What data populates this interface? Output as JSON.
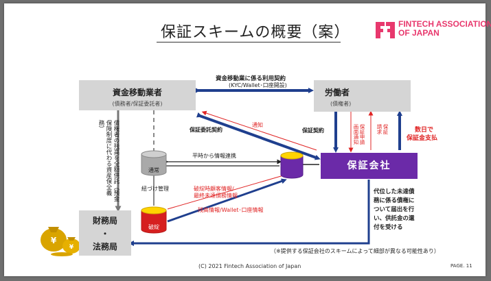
{
  "title": "保証スキームの概要（案）",
  "logo": {
    "line1": "FINTECH ASSOCIATION",
    "line2": "OF JAPAN",
    "color": "#e8386d"
  },
  "nodes": {
    "fund_mover": {
      "main": "資金移動業者",
      "sub": "(債務者/保証委託者)"
    },
    "worker": {
      "main": "労働者",
      "sub": "(債権者)"
    },
    "guarantor": {
      "main": "保証会社"
    },
    "authority": {
      "line1": "財務局",
      "line2": "・",
      "line3": "法務局"
    },
    "db_normal": "通常",
    "db_broken": "破綻",
    "link_manage": "紐づけ管理"
  },
  "labels": {
    "usage_contract": "資金移動業に係る利用契約",
    "usage_contract_sub": "(KYC/Wallet･口座開設)",
    "notice": "通知",
    "entrust_contract": "保証委託契約",
    "guarantee_contract": "保証契約",
    "periodic_link": "平時から情報連携",
    "bankruptcy_info_1": "破綻時顧客情報/",
    "bankruptcy_info_2": "最終未達債務情報",
    "balance_info": "残高情報/Wallet･口座情報",
    "apply_notice_1": "保証申請",
    "apply_notice_2": "画面通知",
    "guarantee_request_1": "保証",
    "guarantee_request_2": "請求",
    "payment_1": "数日で",
    "payment_2": "保証金支払",
    "left_note": "債権者の残高を全額供託（預金保険制度に代わる資産保全義務）",
    "subrogation_1": "代位した未達債",
    "subrogation_2": "務に係る債権に",
    "subrogation_3": "ついて届出を行",
    "subrogation_4": "い、供託金の還",
    "subrogation_5": "付を受ける",
    "disclaimer": "（※提供する保証会社のスキームによって細部が異なる可能性あり）"
  },
  "colors": {
    "purple": "#6b2aa8",
    "navy": "#1f3f8e",
    "red": "#e02424",
    "gray_box": "#d5d5d5"
  },
  "footer": "(C) 2021 Fintech Association of Japan",
  "page": "PAGE. 11"
}
